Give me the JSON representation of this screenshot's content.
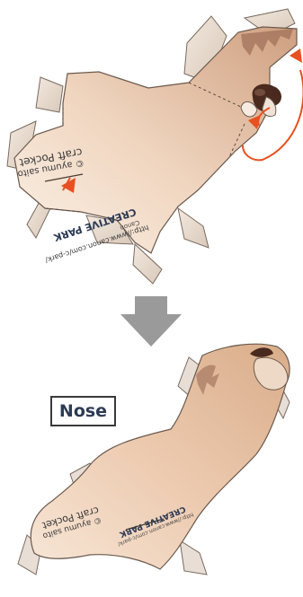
{
  "step_label": "Nose",
  "papercraft": {
    "brand": "Canon",
    "series_title": "CREATIVE PARK",
    "url": "http://www.canon.com/c-park/",
    "product_line": "craft Pocket",
    "credit": "© ayumu saito"
  },
  "icons": {
    "down_arrow": "down-arrow-icon",
    "fold_arrow": "fold-arrow-icon"
  },
  "colors": {
    "paper_light": "#f8ebdf",
    "paper_dark": "#d9ad8a",
    "nose_brown": "#4a2a1e",
    "accent_red": "#e8501f",
    "arrow_gray": "#9a9a9a",
    "outline": "#6b5a4e"
  }
}
